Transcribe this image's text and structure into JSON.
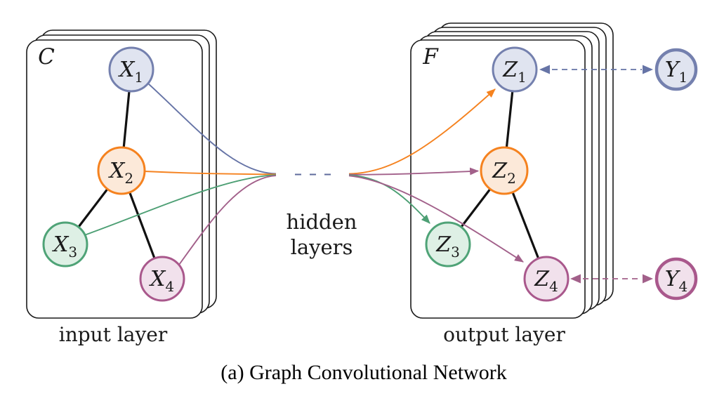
{
  "figure": {
    "caption": "(a) Graph Convolutional Network",
    "hidden_label": {
      "line1": "hidden",
      "line2": "layers"
    },
    "input_panel": {
      "corner_label": "C",
      "caption": "input layer",
      "sheets": 3
    },
    "output_panel": {
      "corner_label": "F",
      "caption": "output layer",
      "sheets": 5
    },
    "nodes": {
      "x1": {
        "base": "X",
        "sub": "1"
      },
      "x2": {
        "base": "X",
        "sub": "2"
      },
      "x3": {
        "base": "X",
        "sub": "3"
      },
      "x4": {
        "base": "X",
        "sub": "4"
      },
      "z1": {
        "base": "Z",
        "sub": "1"
      },
      "z2": {
        "base": "Z",
        "sub": "2"
      },
      "z3": {
        "base": "Z",
        "sub": "3"
      },
      "z4": {
        "base": "Z",
        "sub": "4"
      },
      "y1": {
        "base": "Y",
        "sub": "1"
      },
      "y4": {
        "base": "Y",
        "sub": "4"
      }
    },
    "colors": {
      "blue_stroke": "#7480ae",
      "blue_fill": "#e0e4f0",
      "orange_stroke": "#f5821f",
      "orange_fill": "#fce9d9",
      "green_stroke": "#4fa377",
      "green_fill": "#def0e5",
      "purple_stroke": "#a9588c",
      "purple_fill": "#f1e1ec",
      "blue_line": "#6674a6",
      "orange_line": "#f5821f",
      "green_line": "#4d9f74",
      "purple_line": "#a2608a",
      "mid_dash": "#5f6b9c"
    }
  }
}
